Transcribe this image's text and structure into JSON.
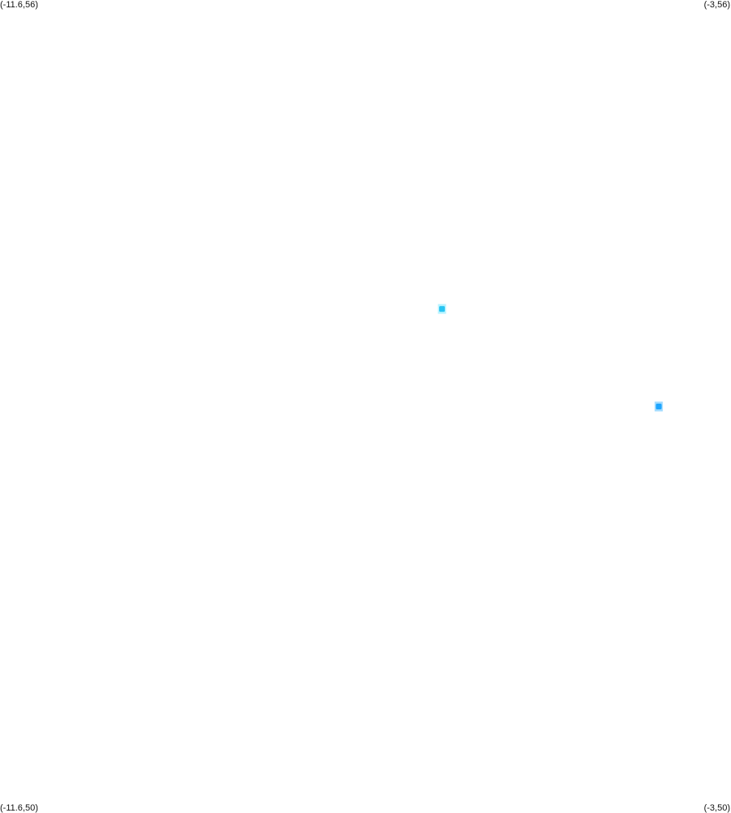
{
  "corners": {
    "top_left": "(-11.6,56)",
    "top_right": "(-3,56)",
    "bottom_left": "(-11.6,50)",
    "bottom_right": "(-3,50)"
  },
  "extent": {
    "lon_min": -11.6,
    "lon_max": -3,
    "lat_min": 50,
    "lat_max": 56
  },
  "points": [
    {
      "lon": -6.4,
      "lat": 53.72,
      "color": "#29c4f2",
      "halo": "#a6f0ff"
    },
    {
      "lon": -3.85,
      "lat": 53.0,
      "color": "#1ea6ff",
      "halo": "#8ad2ff"
    }
  ]
}
